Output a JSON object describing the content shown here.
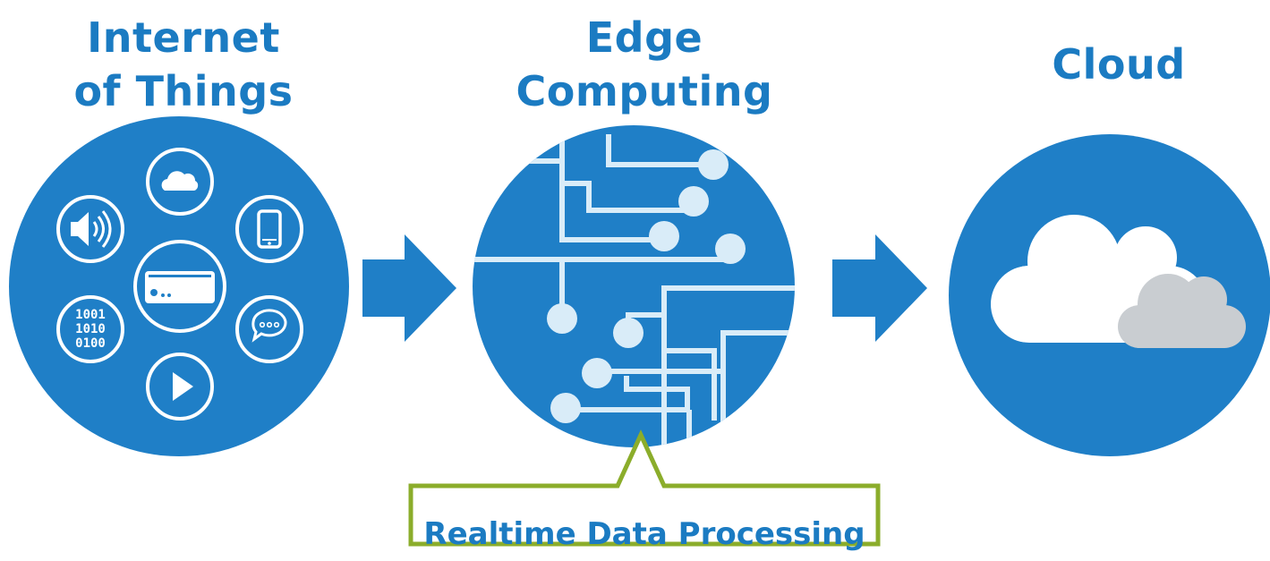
{
  "colors": {
    "primary_blue": "#1f7fc7",
    "heading_blue": "#1b7bc2",
    "dot_fill": "#d9ecf8",
    "callout_green": "#8bad2b",
    "cloud_white": "#ffffff",
    "cloud_grey": "#c9cdd1"
  },
  "sections": {
    "iot": {
      "title_line1": "Internet",
      "title_line2": "of Things",
      "icons": [
        "cloud-icon",
        "phone-icon",
        "chat-icon",
        "play-icon",
        "binary-icon",
        "speaker-icon",
        "router-icon"
      ],
      "binary_lines": [
        "1001",
        "1010",
        "0100"
      ]
    },
    "edge": {
      "title_line1": "Edge",
      "title_line2": "Computing",
      "callout": "Realtime Data Processing"
    },
    "cloud": {
      "title": "Cloud"
    }
  }
}
